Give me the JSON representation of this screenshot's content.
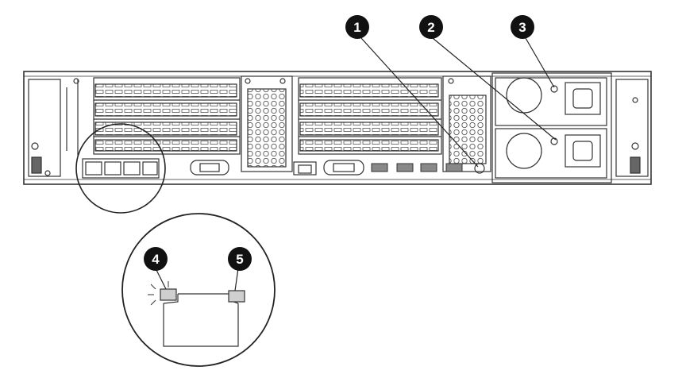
{
  "diagram": {
    "callouts": [
      {
        "id": "1",
        "label": "1"
      },
      {
        "id": "2",
        "label": "2"
      },
      {
        "id": "3",
        "label": "3"
      },
      {
        "id": "4",
        "label": "4"
      },
      {
        "id": "5",
        "label": "5"
      }
    ]
  },
  "colors": {
    "line": "#333333",
    "callout_fill": "#111111",
    "callout_text": "#ffffff",
    "led_fill": "#cfcfcf"
  }
}
